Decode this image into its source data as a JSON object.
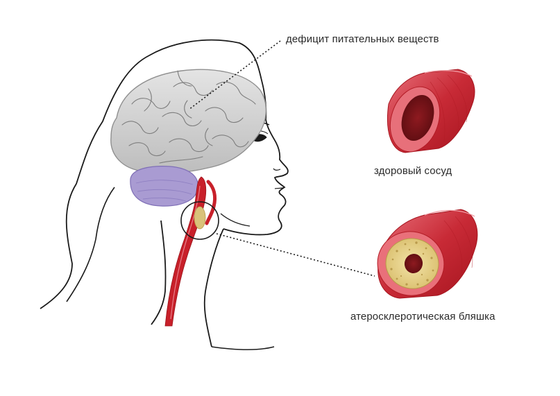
{
  "labels": {
    "nutrient_deficit": "дефицит питательных веществ",
    "healthy_vessel": "здоровый сосуд",
    "atherosclerotic_plaque": "атеросклеротическая бляшка"
  },
  "colors": {
    "artery_red": "#c8202a",
    "artery_light": "#e6616a",
    "brain_gray": "#d3d3d3",
    "cerebellum_purple": "#a79ad0",
    "plaque_yellow": "#e9d48a",
    "outline": "#1a1a1a"
  }
}
